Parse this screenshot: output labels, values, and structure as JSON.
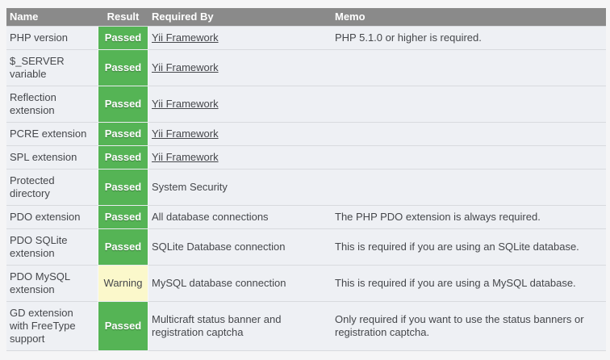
{
  "colors": {
    "header_bg": "#8A8A8A",
    "header_text": "#FFFFFF",
    "row_bg": "#EEF0F4",
    "page_bg": "#F5F5F6",
    "passed_bg": "#55B455",
    "passed_text": "#FFFFFF",
    "warning_bg": "#FBF8CB",
    "body_text": "#45474B",
    "separator": "#D8DADE"
  },
  "table": {
    "columns": [
      {
        "label": "Name"
      },
      {
        "label": "Result"
      },
      {
        "label": "Required By"
      },
      {
        "label": "Memo"
      }
    ],
    "rows": [
      {
        "name": "PHP version",
        "result": "Passed",
        "result_type": "passed",
        "required_by": "Yii Framework",
        "required_by_type": "link",
        "memo": "PHP 5.1.0 or higher is required."
      },
      {
        "name": "$_SERVER variable",
        "result": "Passed",
        "result_type": "passed",
        "required_by": "Yii Framework",
        "required_by_type": "link",
        "memo": ""
      },
      {
        "name": "Reflection extension",
        "result": "Passed",
        "result_type": "passed",
        "required_by": "Yii Framework",
        "required_by_type": "link",
        "memo": ""
      },
      {
        "name": "PCRE extension",
        "result": "Passed",
        "result_type": "passed",
        "required_by": "Yii Framework",
        "required_by_type": "link",
        "memo": ""
      },
      {
        "name": "SPL extension",
        "result": "Passed",
        "result_type": "passed",
        "required_by": "Yii Framework",
        "required_by_type": "link",
        "memo": ""
      },
      {
        "name": "Protected directory",
        "result": "Passed",
        "result_type": "passed",
        "required_by": "System Security",
        "required_by_type": "text",
        "memo": ""
      },
      {
        "name": "PDO extension",
        "result": "Passed",
        "result_type": "passed",
        "required_by": "All database connections",
        "required_by_type": "text",
        "memo": "The PHP PDO extension is always required."
      },
      {
        "name": "PDO SQLite extension",
        "result": "Passed",
        "result_type": "passed",
        "required_by": "SQLite Database connection",
        "required_by_type": "text",
        "memo": "This is required if you are using an SQLite database."
      },
      {
        "name": "PDO MySQL extension",
        "result": "Warning",
        "result_type": "warning",
        "required_by": "MySQL database connection",
        "required_by_type": "text",
        "memo": "This is required if you are using a MySQL database."
      },
      {
        "name": "GD extension with FreeType support",
        "result": "Passed",
        "result_type": "passed",
        "required_by": "Multicraft status banner and registration captcha",
        "required_by_type": "text",
        "memo": "Only required if you want to use the status banners or registration captcha."
      }
    ]
  }
}
